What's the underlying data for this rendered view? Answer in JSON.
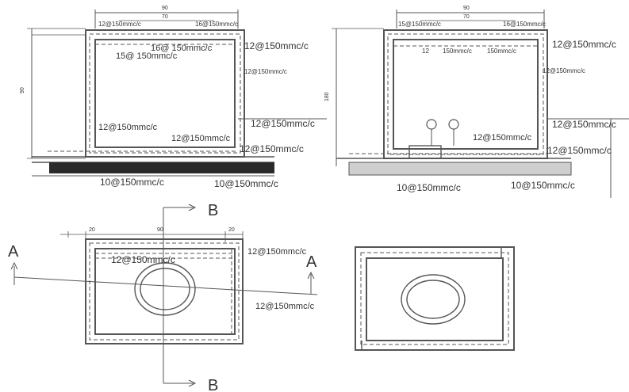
{
  "colors": {
    "ink": "#333333",
    "wall": "#555555",
    "slab": "#2a2a2a",
    "gravel": "#cfcfcf",
    "paper": "#ffffff"
  },
  "left_section": {
    "dim_top_total": "90",
    "dim_top_inner": "70",
    "dim_side": "90",
    "label_top_left": "12@150mmc/c",
    "label_top_right": "16@150mmc/c",
    "label_16_lower": "16@ 150mmc/c",
    "label_15": "15@ 150mmc/c",
    "label_right_1": "12@150mmc/c",
    "label_right_2": "12@150mmc/c",
    "label_right_3": "12@150mmc/c",
    "label_bottom_inner_left": "12@150mmc/c",
    "label_bottom_inner_right": "12@150mmc/c",
    "label_right_4": "12@150mmc/c",
    "label_base_1": "10@150mmc/c",
    "label_base_2": "10@150mmc/c"
  },
  "right_section": {
    "dim_top_total": "90",
    "dim_top_inner": "70",
    "dim_side": "180",
    "label_top_1": "15@150mmc/c",
    "label_top_2": "16@150mmc/c",
    "label_inner_top_1": "12",
    "label_inner_top_2": "150mmc/c",
    "label_inner_top_3": "150mmc/c",
    "label_right_1": "12@150mmc/c",
    "label_right_2": "12@150mmc/c",
    "label_right_3": "12@150mmc/c",
    "label_bottom_inner": "12@150mmc/c",
    "label_right_4": "12@150mmc/c",
    "label_base_1": "10@150mmc/c",
    "label_base_2": "10@150mmc/c"
  },
  "plan_left": {
    "section_a_left": "A",
    "section_a_right": "A",
    "section_b_top": "B",
    "section_b_bottom": "B",
    "dim_left": "20",
    "dim_mid": "90",
    "dim_right": "20",
    "label_inner_top": "12@150mmc/c",
    "label_right_top": "12@150mmc/c",
    "label_right_bottom": "12@150mmc/c"
  }
}
